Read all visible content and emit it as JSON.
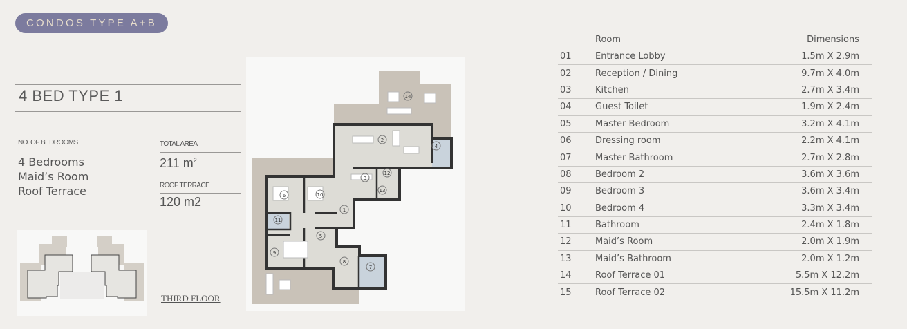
{
  "header": {
    "badge": "CONDOS TYPE A+B"
  },
  "unit": {
    "title": "4 BED TYPE 1",
    "bedrooms_label": "NO. OF BEDROOMS",
    "bedrooms_lines": [
      "4  Bedrooms",
      "Maid’s Room",
      "Roof Terrace"
    ],
    "total_area_label": "TOTAL AREA",
    "total_area_value": "211 m",
    "total_area_sup": "2",
    "roof_terrace_label": "ROOF TERRACE",
    "roof_terrace_value": "120 m2"
  },
  "key_plan": {
    "floor_label": "THIRD FLOOR"
  },
  "plan": {
    "labels": [
      "1",
      "2",
      "3",
      "4",
      "5",
      "6",
      "7",
      "8",
      "9",
      "10",
      "11",
      "12",
      "13",
      "14"
    ],
    "colors": {
      "terrace": "#c9c2b8",
      "interior": "#dddcd6",
      "wall": "#333333",
      "wet": "#c9d3dc"
    }
  },
  "table": {
    "headers": {
      "room": "Room",
      "dimensions": "Dimensions"
    },
    "rows": [
      {
        "no": "01",
        "room": "Entrance Lobby",
        "dim": "1.5m X 2.9m"
      },
      {
        "no": "02",
        "room": "Reception / Dining",
        "dim": "9.7m X 4.0m"
      },
      {
        "no": "03",
        "room": "Kitchen",
        "dim": "2.7m X 3.4m"
      },
      {
        "no": "04",
        "room": "Guest Toilet",
        "dim": "1.9m X 2.4m"
      },
      {
        "no": "05",
        "room": "Master Bedroom",
        "dim": "3.2m X 4.1m"
      },
      {
        "no": "06",
        "room": "Dressing room",
        "dim": "2.2m X 4.1m"
      },
      {
        "no": "07",
        "room": "Master Bathroom",
        "dim": "2.7m X 2.8m"
      },
      {
        "no": "08",
        "room": "Bedroom 2",
        "dim": "3.6m X 3.6m"
      },
      {
        "no": "09",
        "room": "Bedroom 3",
        "dim": "3.6m X 3.4m"
      },
      {
        "no": "10",
        "room": "Bedroom 4",
        "dim": "3.3m X 3.4m"
      },
      {
        "no": "11",
        "room": "Bathroom",
        "dim": "2.4m X 1.8m"
      },
      {
        "no": "12",
        "room": "Maid’s Room",
        "dim": "2.0m X 1.9m"
      },
      {
        "no": "13",
        "room": "Maid’s Bathroom",
        "dim": "2.0m X 1.2m"
      },
      {
        "no": "14",
        "room": "Roof Terrace 01",
        "dim": "5.5m X 12.2m"
      },
      {
        "no": "15",
        "room": "Roof Terrace 02",
        "dim": "15.5m X 11.2m"
      }
    ]
  }
}
